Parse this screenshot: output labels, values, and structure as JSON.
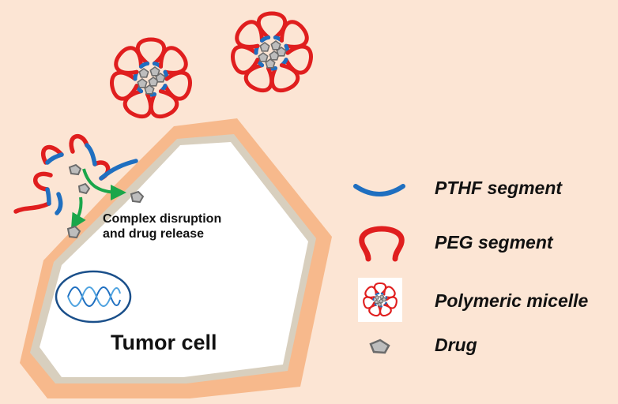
{
  "labels": {
    "cell": "Tumor cell",
    "annotation_line1": "Complex disruption",
    "annotation_line2": "and drug release"
  },
  "legend": [
    {
      "key": "pthf",
      "label": "PTHF segment"
    },
    {
      "key": "peg",
      "label": "PEG segment"
    },
    {
      "key": "micelle",
      "label": "Polymeric micelle"
    },
    {
      "key": "drug",
      "label": "Drug"
    }
  ],
  "colors": {
    "background": "#fce5d4",
    "cell_outer": "#f7b98c",
    "membrane": "#d8cfbe",
    "cytoplasm": "#ffffff",
    "peg": "#e01e1e",
    "pthf": "#1f6fc0",
    "drug_fill": "#bdbdbd",
    "drug_stroke": "#6b6b6b",
    "arrow": "#1aa64a",
    "nucleus": "#1a4f8a"
  }
}
